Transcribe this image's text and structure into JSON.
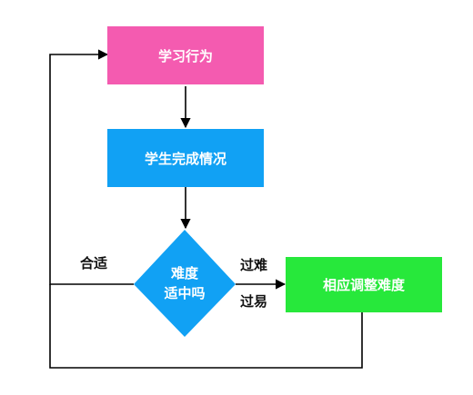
{
  "nodes": {
    "learning": {
      "label": "学习行为",
      "color": "#f45bb0"
    },
    "status": {
      "label": "学生完成情况",
      "color": "#11a1f4"
    },
    "decision": {
      "line1": "难度",
      "line2": "适中吗",
      "color": "#11a1f4"
    },
    "adjust": {
      "label": "相应调整难度",
      "color": "#27e83b"
    }
  },
  "edges": {
    "suitable": "合适",
    "too_hard": "过难",
    "too_easy": "过易"
  },
  "line_color": "#000000"
}
